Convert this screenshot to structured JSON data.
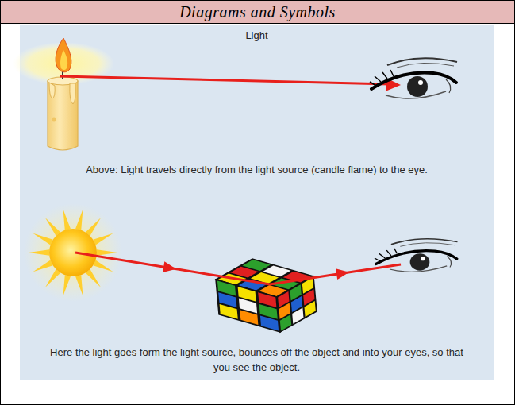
{
  "diagram": {
    "nodes": [
      {
        "text": [
          "Diagrams and Symbols"
        ]
      },
      {
        "text": [
          "Light",
          "Above: Light travels directly from the light source (candle flame) to the eye.",
          "Here the light goes form the light source, bounces off the object and into your eyes, so that you see the object."
        ]
      }
    ]
  }
}
